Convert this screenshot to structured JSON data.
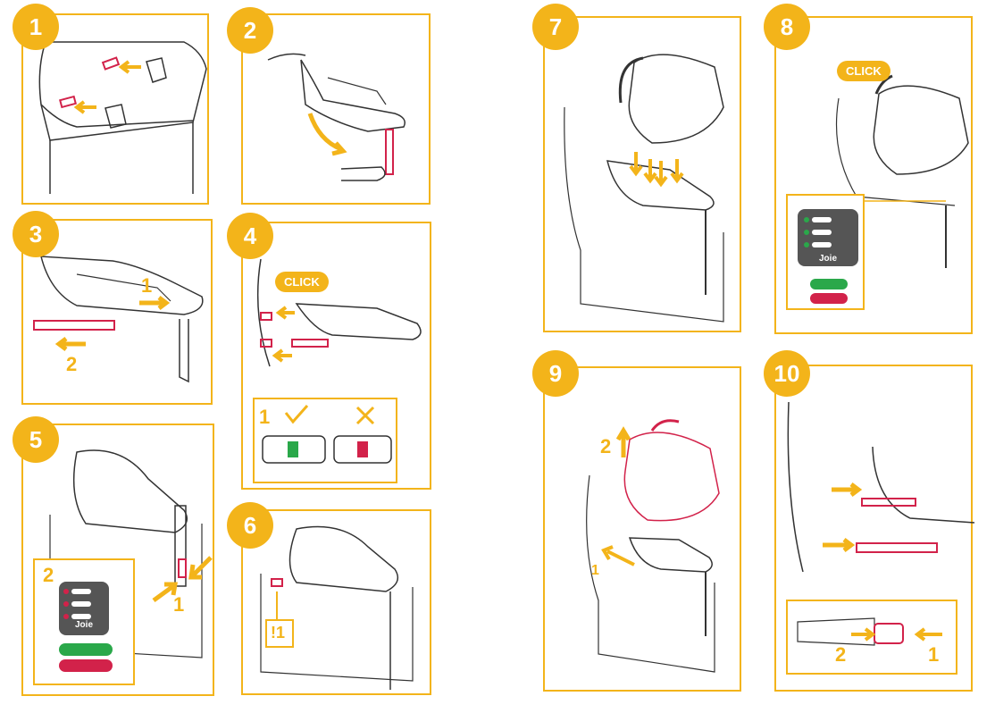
{
  "steps": {
    "s1": "1",
    "s2": "2",
    "s3": "3",
    "s4": "4",
    "s5": "5",
    "s6": "6",
    "s7": "7",
    "s8": "8",
    "s9": "9",
    "s10": "10"
  },
  "labels": {
    "click": "CLICK",
    "p3_one": "1",
    "p3_two": "2",
    "p4_one": "1",
    "p5_two": "2",
    "p5_one": "1",
    "p6_warn": "!1",
    "p9_two": "2",
    "p9_one": "1",
    "p10_two": "2",
    "p10_one": "1",
    "brand": "Joie"
  },
  "colors": {
    "accent": "#f3b41a",
    "red": "#d2224a",
    "green": "#2aa84a",
    "line": "#333333"
  }
}
